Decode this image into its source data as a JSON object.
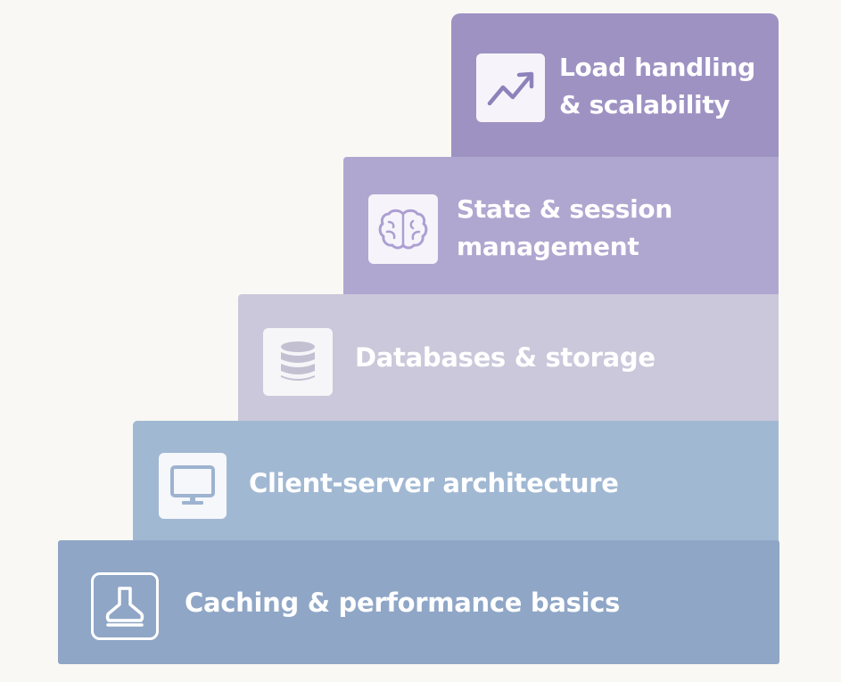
{
  "staircase": {
    "steps": [
      {
        "label": "Load handling & scalability",
        "icon": "trend-up-chart-icon",
        "color": "#9e92c3",
        "icon_bg": "#f6f4fa",
        "icon_color": "#8f82bb"
      },
      {
        "label": "State & session management",
        "icon": "brain-icon",
        "color": "#b0a7d0",
        "icon_bg": "#f6f4fa",
        "icon_color": "#ad9fd3"
      },
      {
        "label": "Databases & storage",
        "icon": "database-icon",
        "color": "#cac8da",
        "icon_bg": "#f6f5f8",
        "icon_color": "#c3c0d2"
      },
      {
        "label": "Client-server architecture",
        "icon": "monitor-icon",
        "color": "#a1b8d3",
        "icon_bg": "#f5f7fb",
        "icon_color": "#9db3cf"
      },
      {
        "label": "Caching & performance basics",
        "icon": "funnel-flask-icon",
        "color": "#8fa6c6",
        "icon_bg": "#8fa6c6",
        "icon_color": "#ffffff"
      }
    ]
  }
}
